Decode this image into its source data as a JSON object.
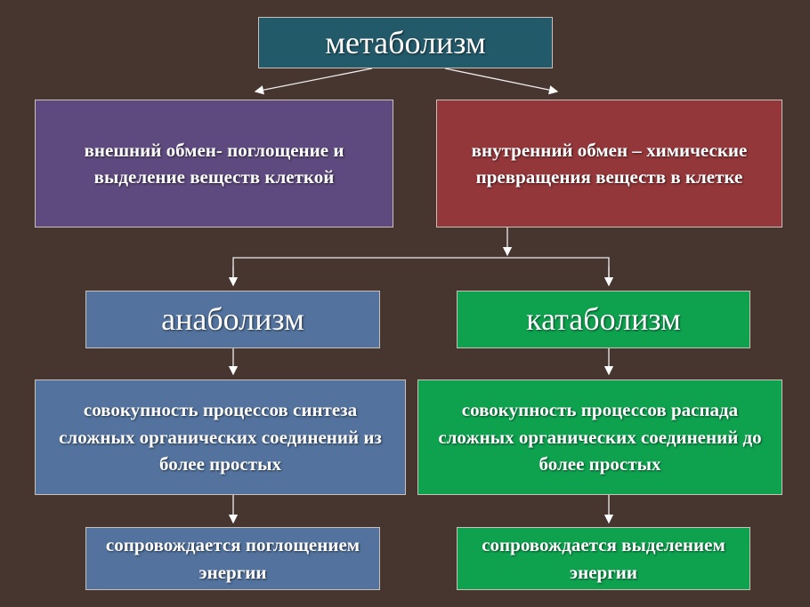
{
  "title": "метаболизм",
  "external": "внешний обмен- поглощение и  выделение веществ клеткой",
  "internal": "внутренний обмен – химические превращения веществ в клетке",
  "anabolism": {
    "title": "анаболизм",
    "description": "совокупность процессов синтеза сложных органических соединений из более простых",
    "energy": "сопровождается поглощением энергии"
  },
  "catabolism": {
    "title": "катаболизм",
    "description": "совокупность процессов распада  сложных органических соединений до более простых",
    "energy": "сопровождается выделением энергии"
  },
  "colors": {
    "background": "#47352f",
    "title": "#235a6a",
    "external": "#5e4a7e",
    "internal": "#93373a",
    "anabolism": "#53739e",
    "catabolism": "#0ea24f"
  }
}
